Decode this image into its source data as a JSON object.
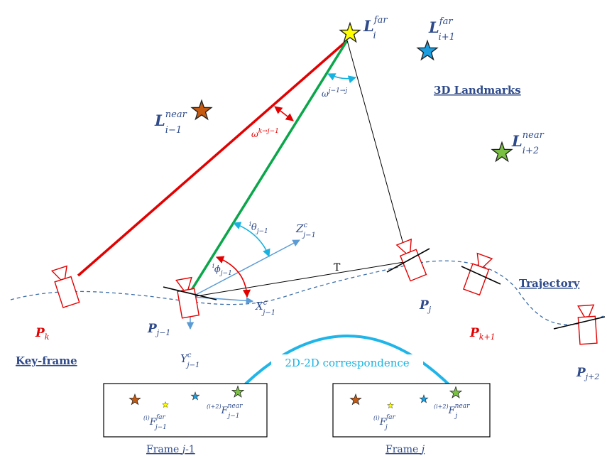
{
  "landmarks": {
    "far_i": {
      "base": "L",
      "sub": "i",
      "sup": "far"
    },
    "far_i1": {
      "base": "L",
      "sub": "i+1",
      "sup": "far"
    },
    "near_im1": {
      "base": "L",
      "sub": "i−1",
      "sup": "near"
    },
    "near_i2": {
      "base": "L",
      "sub": "i+2",
      "sup": "near"
    }
  },
  "section_labels": {
    "landmarks": "3D Landmarks",
    "trajectory": "Trajectory",
    "keyframe": "Key-frame",
    "correspondence": "2D-2D correspondence"
  },
  "poses": {
    "pk": {
      "base": "P",
      "sub": "k"
    },
    "pjm1": {
      "base": "P",
      "sub": "j−1"
    },
    "pj": {
      "base": "P",
      "sub": "j"
    },
    "pk1": {
      "base": "P",
      "sub": "k+1"
    },
    "pj2": {
      "base": "P",
      "sub": "j+2"
    }
  },
  "angles": {
    "omega_red": {
      "base": "ω",
      "sup": "k→j−1"
    },
    "omega_blue": {
      "base": "ω",
      "sup": "j−1→j"
    },
    "theta": {
      "pre": "i",
      "base": "θ",
      "sub": "j−1"
    },
    "phi": {
      "pre": "i",
      "base": "ϕ",
      "sub": "j−1"
    }
  },
  "axes": {
    "z": {
      "base": "Z",
      "sub": "j−1",
      "sup": "c"
    },
    "x": {
      "base": "X",
      "sub": "j−1",
      "sup": "c"
    },
    "y": {
      "base": "Y",
      "sub": "j−1",
      "sup": "c"
    }
  },
  "translation_label": "T",
  "frames": {
    "left": {
      "caption_pre": "Frame ",
      "caption_var": "j",
      "caption_post": "-1",
      "feature_far": {
        "pre": "(i)",
        "base": "F",
        "sub": "j−1",
        "sup": "far"
      },
      "feature_near": {
        "pre": "(i+2)",
        "base": "F",
        "sub": "j−1",
        "sup": "near"
      }
    },
    "right": {
      "caption_pre": "Frame ",
      "caption_var": "j",
      "caption_post": "",
      "feature_far": {
        "pre": "(i)",
        "base": "F",
        "sub": "j",
        "sup": "far"
      },
      "feature_near": {
        "pre": "(i+2)",
        "base": "F",
        "sub": "j",
        "sup": "near"
      }
    }
  },
  "colors": {
    "far_i_star": "#ffff00",
    "far_i1_star": "#1a9ee0",
    "near_im1_star": "#c55a11",
    "near_i2_star": "#7ac143",
    "red_ray": "#e30000",
    "green_ray": "#0aa64a",
    "axis_blue": "#5b9bd5",
    "arc_cyan": "#17b2e0",
    "label_blue": "#2e4a8a",
    "trajectory": "#3c6ea8",
    "camera_red": "#e30000"
  }
}
